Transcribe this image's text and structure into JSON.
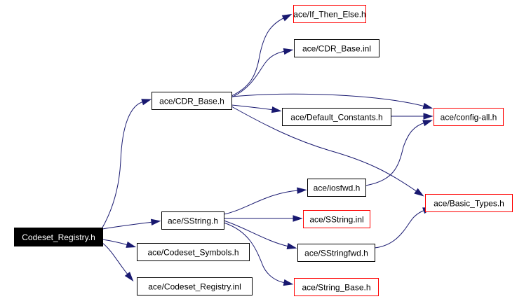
{
  "graph": {
    "title": "Include dependency graph for Codeset_Registry.h",
    "colors": {
      "edge": "#191970",
      "documented_border": "#000000",
      "undocumented_border": "#ff0000",
      "root_fill": "#000000",
      "root_text": "#ffffff"
    },
    "nodes": [
      {
        "id": "root",
        "label": "Codeset_Registry.h",
        "kind": "root"
      },
      {
        "id": "cdr_base_h",
        "label": "ace/CDR_Base.h",
        "kind": "documented"
      },
      {
        "id": "if_then_else",
        "label": "ace/If_Then_Else.h",
        "kind": "undocumented"
      },
      {
        "id": "cdr_base_inl",
        "label": "ace/CDR_Base.inl",
        "kind": "documented"
      },
      {
        "id": "default_constants",
        "label": "ace/Default_Constants.h",
        "kind": "documented"
      },
      {
        "id": "config_all",
        "label": "ace/config-all.h",
        "kind": "undocumented"
      },
      {
        "id": "basic_types",
        "label": "ace/Basic_Types.h",
        "kind": "undocumented"
      },
      {
        "id": "iosfwd",
        "label": "ace/iosfwd.h",
        "kind": "documented"
      },
      {
        "id": "sstring_h",
        "label": "ace/SString.h",
        "kind": "documented"
      },
      {
        "id": "sstring_inl",
        "label": "ace/SString.inl",
        "kind": "undocumented"
      },
      {
        "id": "sstringfwd",
        "label": "ace/SStringfwd.h",
        "kind": "documented"
      },
      {
        "id": "string_base",
        "label": "ace/String_Base.h",
        "kind": "undocumented"
      },
      {
        "id": "codeset_symbols",
        "label": "ace/Codeset_Symbols.h",
        "kind": "documented"
      },
      {
        "id": "codeset_registry_inl",
        "label": "ace/Codeset_Registry.inl",
        "kind": "documented"
      }
    ],
    "edges": [
      {
        "from": "root",
        "to": "cdr_base_h"
      },
      {
        "from": "root",
        "to": "sstring_h"
      },
      {
        "from": "root",
        "to": "codeset_symbols"
      },
      {
        "from": "root",
        "to": "codeset_registry_inl"
      },
      {
        "from": "cdr_base_h",
        "to": "if_then_else"
      },
      {
        "from": "cdr_base_h",
        "to": "cdr_base_inl"
      },
      {
        "from": "cdr_base_h",
        "to": "config_all"
      },
      {
        "from": "cdr_base_h",
        "to": "default_constants"
      },
      {
        "from": "cdr_base_h",
        "to": "basic_types"
      },
      {
        "from": "default_constants",
        "to": "config_all"
      },
      {
        "from": "iosfwd",
        "to": "config_all"
      },
      {
        "from": "sstring_h",
        "to": "iosfwd"
      },
      {
        "from": "sstring_h",
        "to": "sstring_inl"
      },
      {
        "from": "sstring_h",
        "to": "sstringfwd"
      },
      {
        "from": "sstring_h",
        "to": "string_base"
      },
      {
        "from": "sstringfwd",
        "to": "basic_types"
      }
    ]
  }
}
